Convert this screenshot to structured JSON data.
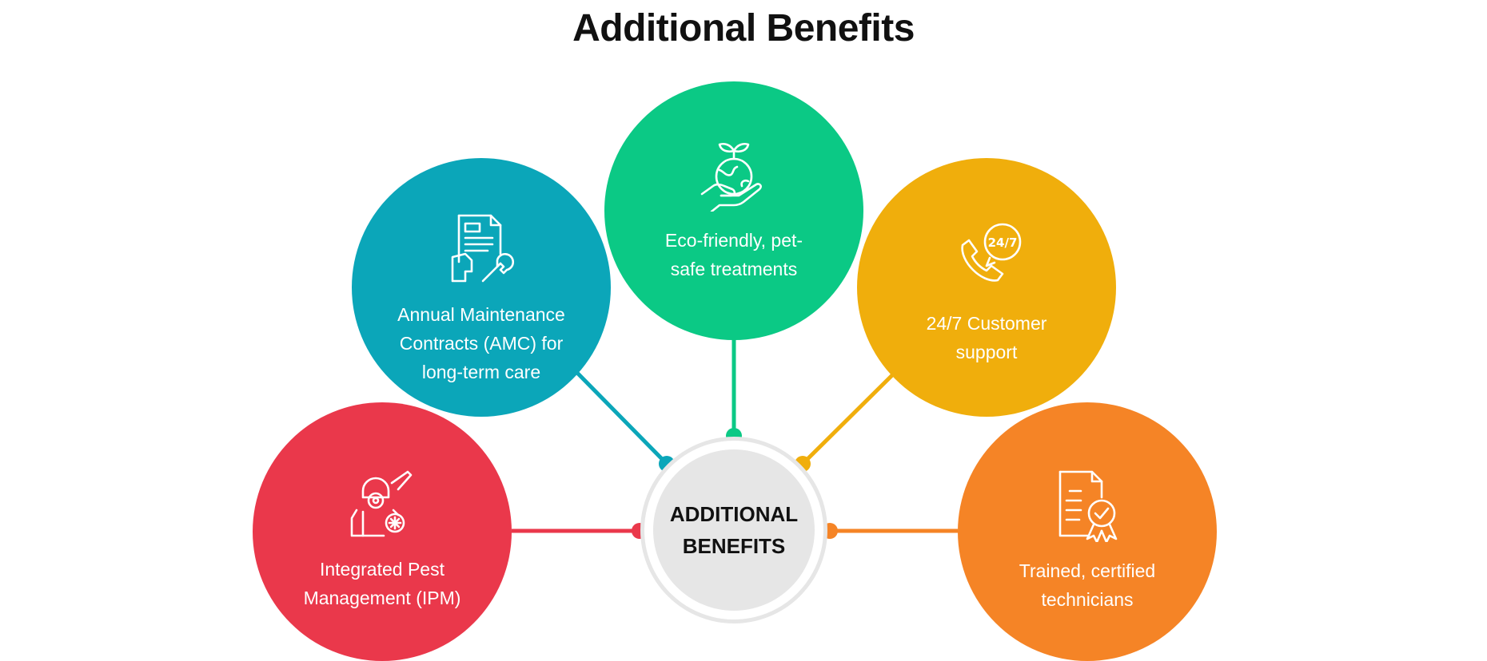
{
  "title": "Additional Benefits",
  "hub": {
    "line1": "ADDITIONAL",
    "line2": "BENEFITS",
    "color": "#e6e6e6"
  },
  "nodes": [
    {
      "line1": "Integrated Pest",
      "line2": "Management (IPM)",
      "line3": "",
      "color": "#ea384b",
      "icon": "pest-control-technician-icon"
    },
    {
      "line1": "Annual Maintenance",
      "line2": "Contracts (AMC) for",
      "line3": "long-term care",
      "color": "#0ba6b9",
      "icon": "contract-wrench-icon"
    },
    {
      "line1": "Eco-friendly, pet-",
      "line2": "safe treatments",
      "line3": "",
      "color": "#0bc985",
      "icon": "eco-globe-hand-icon"
    },
    {
      "line1": "24/7 Customer",
      "line2": "support",
      "line3": "",
      "color": "#f0ae0c",
      "icon": "phone-24-7-icon",
      "badge": "24/7"
    },
    {
      "line1": "Trained, certified",
      "line2": "technicians",
      "line3": "",
      "color": "#f58426",
      "icon": "certificate-badge-icon"
    }
  ]
}
